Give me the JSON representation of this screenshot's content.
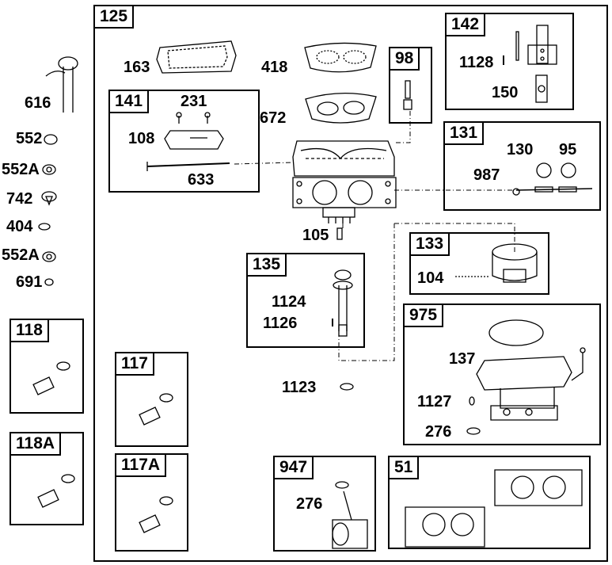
{
  "main_frame": {
    "id": "125"
  },
  "boxes": {
    "b141": {
      "id": "141"
    },
    "b98": {
      "id": "98"
    },
    "b142": {
      "id": "142"
    },
    "b131": {
      "id": "131"
    },
    "b133": {
      "id": "133"
    },
    "b135": {
      "id": "135"
    },
    "b975": {
      "id": "975"
    },
    "b118": {
      "id": "118"
    },
    "b118a": {
      "id": "118A"
    },
    "b117": {
      "id": "117"
    },
    "b117a": {
      "id": "117A"
    },
    "b947": {
      "id": "947"
    },
    "b51": {
      "id": "51"
    }
  },
  "parts": {
    "p163": "163",
    "p418": "418",
    "p672": "672",
    "p231": "231",
    "p108": "108",
    "p633": "633",
    "p1128": "1128",
    "p150": "150",
    "p130": "130",
    "p95": "95",
    "p987": "987",
    "p104": "104",
    "p105": "105",
    "p1124": "1124",
    "p1126": "1126",
    "p1123": "1123",
    "p137": "137",
    "p1127": "1127",
    "p276a": "276",
    "p276b": "276"
  },
  "left_parts": [
    "616",
    "552",
    "552A",
    "742",
    "404",
    "552A",
    "691"
  ]
}
